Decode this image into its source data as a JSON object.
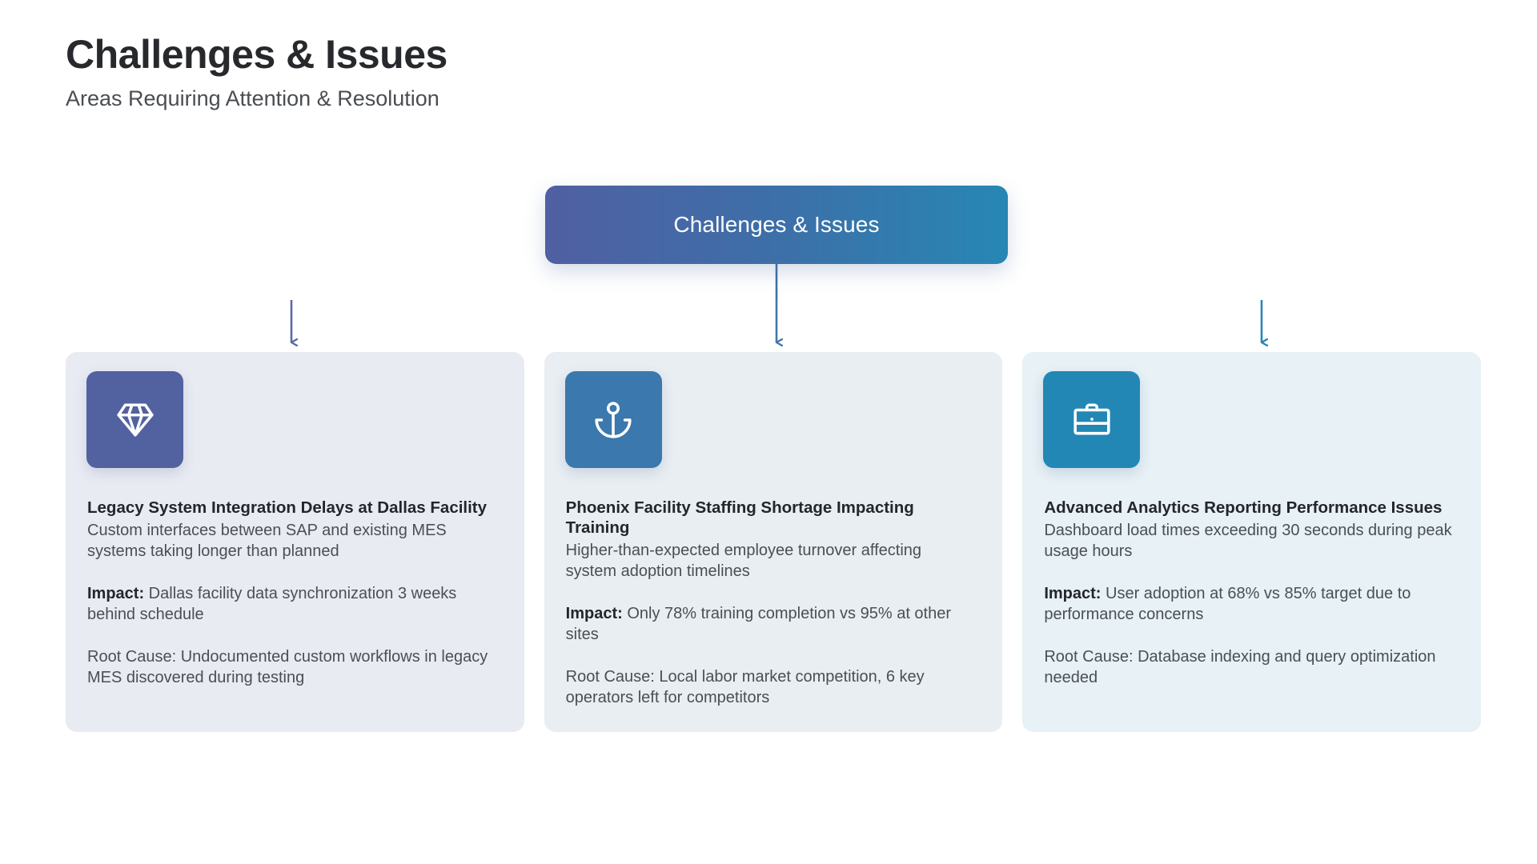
{
  "header": {
    "title": "Challenges & Issues",
    "subtitle": "Areas Requiring Attention & Resolution"
  },
  "diagram": {
    "type": "hierarchy-tree",
    "root": {
      "label": "Challenges & Issues",
      "gradient_from": "#505fa2",
      "gradient_to": "#2787b4"
    },
    "connector_color_left": "#5a6aa8",
    "connector_color_right": "#2a86b3",
    "cards": [
      {
        "icon": "diamond-icon",
        "icon_bg": "#52619f",
        "card_bg": "#e9ebf3",
        "title": "Legacy System Integration Delays at Dallas Facility",
        "description": "Custom interfaces between SAP and existing MES systems taking longer than planned",
        "impact_label": "Impact:",
        "impact_text": " Dallas facility data synchronization 3 weeks behind schedule",
        "root_cause_label": "Root Cause:",
        "root_cause_text": " Undocumented custom workflows in legacy MES discovered during testing"
      },
      {
        "icon": "anchor-icon",
        "icon_bg": "#3b78ad",
        "card_bg": "#e9eef3",
        "title": "Phoenix Facility Staffing Shortage Impacting Training",
        "description": "Higher-than-expected employee turnover affecting system adoption timelines",
        "impact_label": "Impact:",
        "impact_text": " Only 78% training completion vs 95% at other sites",
        "root_cause_label": "Root Cause:",
        "root_cause_text": " Local labor market competition, 6 key operators left for competitors"
      },
      {
        "icon": "briefcase-icon",
        "icon_bg": "#2287b5",
        "card_bg": "#e7f1f6",
        "title": "Advanced Analytics Reporting Performance Issues",
        "description": "Dashboard load times exceeding 30 seconds during peak usage hours",
        "impact_label": "Impact:",
        "impact_text": " User adoption at 68% vs 85% target due to performance concerns",
        "root_cause_label": "Root Cause:",
        "root_cause_text": " Database indexing and query optimization needed"
      }
    ]
  }
}
